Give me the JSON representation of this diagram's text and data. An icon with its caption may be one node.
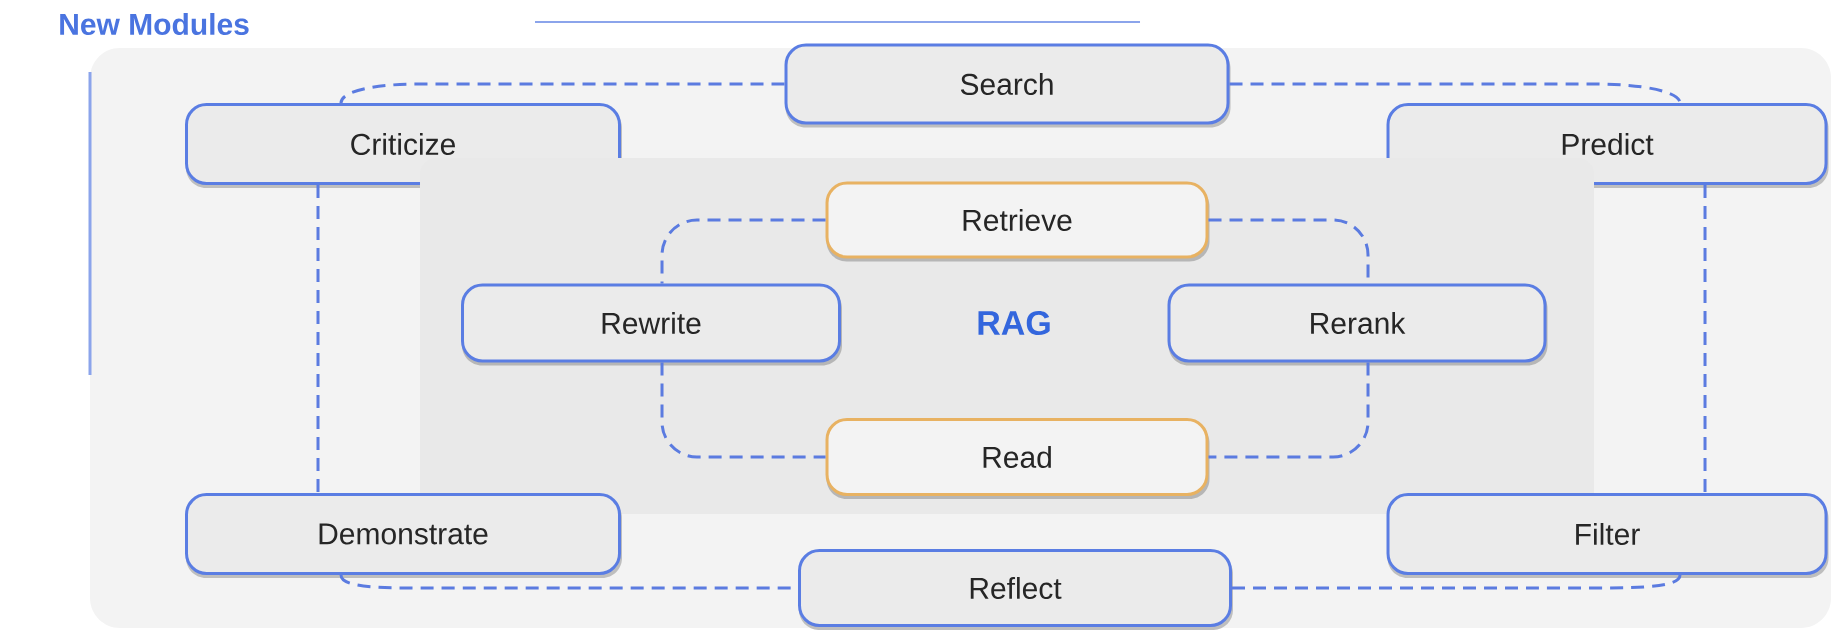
{
  "diagram": {
    "nodes": [
      {
        "text": [
          "New Modules"
        ]
      },
      {
        "text": [
          "Search"
        ],
        "in": 0
      },
      {
        "text": [
          "Criticize"
        ],
        "in": 0
      },
      {
        "text": [
          "Predict"
        ],
        "in": 0
      },
      {
        "text": [
          "RAG"
        ],
        "in": 0
      },
      {
        "text": [
          "Retrieve"
        ],
        "in": 4
      },
      {
        "text": [
          "Rewrite"
        ],
        "in": 4
      },
      {
        "text": [
          "Rerank"
        ],
        "in": 4
      },
      {
        "text": [
          "Read"
        ],
        "in": 4
      },
      {
        "text": [
          "Demonstrate"
        ],
        "in": 0
      },
      {
        "text": [
          "Filter"
        ],
        "in": 0
      },
      {
        "text": [
          "Reflect"
        ],
        "in": 0
      }
    ],
    "edges": [
      {
        "from": 1,
        "to": 2,
        "arrow": "none",
        "style": "dashed"
      },
      {
        "from": 1,
        "to": 3,
        "arrow": "none",
        "style": "dashed"
      },
      {
        "from": 2,
        "to": 9,
        "arrow": "none",
        "style": "dashed"
      },
      {
        "from": 3,
        "to": 10,
        "arrow": "none",
        "style": "dashed"
      },
      {
        "from": 5,
        "to": 6,
        "arrow": "none",
        "style": "dashed"
      },
      {
        "from": 5,
        "to": 7,
        "arrow": "none",
        "style": "dashed"
      },
      {
        "from": 6,
        "to": 8,
        "arrow": "none",
        "style": "dashed"
      },
      {
        "from": 7,
        "to": 8,
        "arrow": "none",
        "style": "dashed"
      },
      {
        "from": 9,
        "to": 11,
        "arrow": "none",
        "style": "dashed"
      },
      {
        "from": 11,
        "to": 10,
        "arrow": "none",
        "style": "dashed"
      }
    ]
  }
}
